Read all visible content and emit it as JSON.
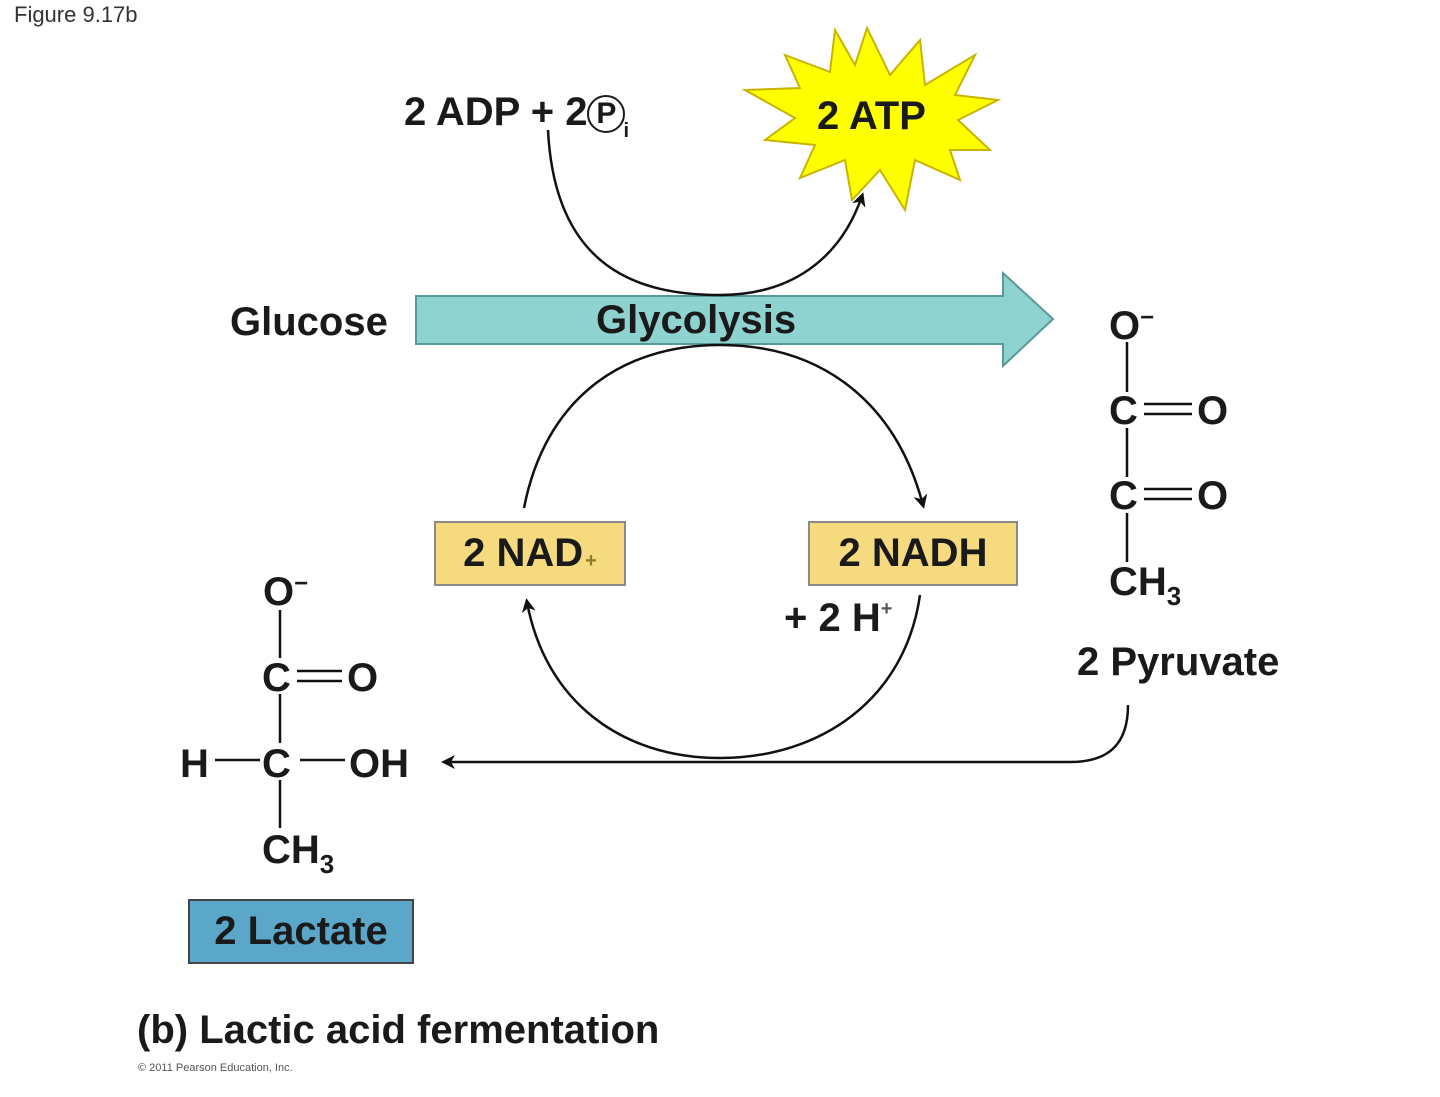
{
  "figure_label": "Figure 9.17b",
  "inputs": {
    "adp": "2 ADP + 2",
    "pi_symbol": "P",
    "pi_subscript": "i"
  },
  "atp_label": "2 ATP",
  "glucose_label": "Glucose",
  "glycolysis_label": "Glycolysis",
  "nad": {
    "label": "2 NAD",
    "charge": "+"
  },
  "nadh": {
    "label": "2 NADH"
  },
  "h_ions": {
    "label": "+ 2 H",
    "charge": "+"
  },
  "pyruvate": {
    "o_minus": "O",
    "o_minus_charge": "−",
    "c1": "C",
    "o1": "O",
    "c2": "C",
    "o2": "O",
    "ch": "CH",
    "ch_sub": "3",
    "name": "2 Pyruvate"
  },
  "lactate": {
    "o_minus": "O",
    "o_minus_charge": "−",
    "c1": "C",
    "o1": "O",
    "h": "H",
    "c2": "C",
    "oh": "OH",
    "ch": "CH",
    "ch_sub": "3",
    "name": "2 Lactate"
  },
  "caption": "(b) Lactic acid fermentation",
  "copyright": "© 2011 Pearson Education, Inc.",
  "colors": {
    "glycolysis_arrow": "#8fd3d1",
    "atp_burst": "#ffff00",
    "nad_box": "#f5da7f",
    "lactate_box": "#5aa7c9"
  }
}
